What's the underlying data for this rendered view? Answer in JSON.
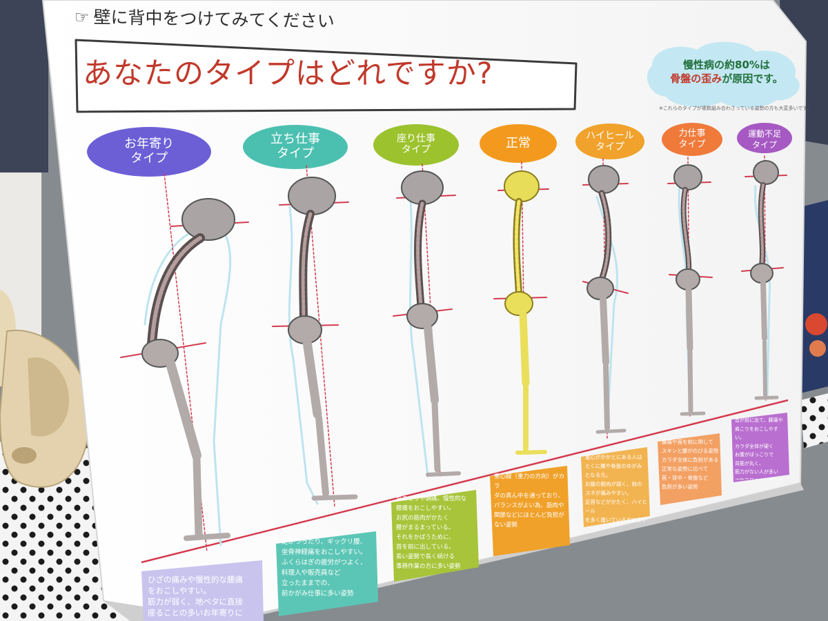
{
  "instruction": "壁に背中をつけてみてください",
  "title": "あなたのタイプはどれですか?",
  "callout": {
    "line1": "慢性病の約80%は",
    "line2_red": "骨盤の歪み",
    "line2_rest": "が原因です。"
  },
  "footnote": "※これらのタイプが複数組み合わさっている姿勢の方も大変多いです。",
  "types": [
    {
      "label": "お年寄り\nタイプ",
      "color": "#6c5fd6",
      "box_color": "#c9c4ee",
      "desc": "ひざの痛みや慢性的な腰痛\nをおこしやすい。\n筋力が弱く、地ベタに直接\n座ることの多いお年寄りに\n多い姿勢"
    },
    {
      "label": "立ち仕事\nタイプ",
      "color": "#4cc0b0",
      "box_color": "#5cc6b6",
      "desc": "足がつったり、ギックリ腰、\n坐骨神経痛をおこしやすい。\nふくらはぎの疲労がつよく、\n料理人や販売員など\n立ったままでの、\n前かがみ仕事に多い姿勢"
    },
    {
      "label": "座り仕事\nタイプ",
      "color": "#9cc22e",
      "box_color": "#a7c43a",
      "desc": "首のこりや頭痛、慢性的な\n腰痛をおこしやすい。\nお尻の筋肉がかたく\n腰がまるまっている。\nそれをかばうために、\n首を前に出している。\n長い姿勢で長く続ける\n事務作業の方に多い姿勢"
    },
    {
      "label": "正常",
      "color": "#f39a1e",
      "box_color": "#f0a12a",
      "desc": "重心線（重力の方向）がカラ\nダの真ん中を通っており、\nバランスがよい為、筋肉や\n関節などにほとんど負担が\nない姿勢"
    },
    {
      "label": "ハイヒール\nタイプ",
      "color": "#f0a22c",
      "box_color": "#f2b451",
      "desc": "重心がかかとにある人は\nとくに腰や骨盤のゆがみ\nとなる方。\nお腹の筋肉が弱く、前の\nスネが痛みやすい。\n足首などがかたく、ハイヒール\nを多く履いている方に多い姿勢"
    },
    {
      "label": "力仕事\nタイプ",
      "color": "#ef7a3a",
      "box_color": "#f3a063",
      "desc": "腰痛や首を前に倒して\nスキンと腰がのびる姿勢\nカラダ全体に負担がある\n正常な姿勢に比べて\n首・背中・骨盤など\n負担が多い姿勢"
    },
    {
      "label": "運動不足\nタイプ",
      "color": "#a659c2",
      "box_color": "#b96fd0",
      "desc": "首が前に出て、腰痛や\n肩こりをおこしやすい。\nカラダ全体が硬く\nお腹がぽっこりで\n背筋が丸く、\n筋力がない人が多い\n姿勢不足の方に多い姿勢"
    }
  ]
}
